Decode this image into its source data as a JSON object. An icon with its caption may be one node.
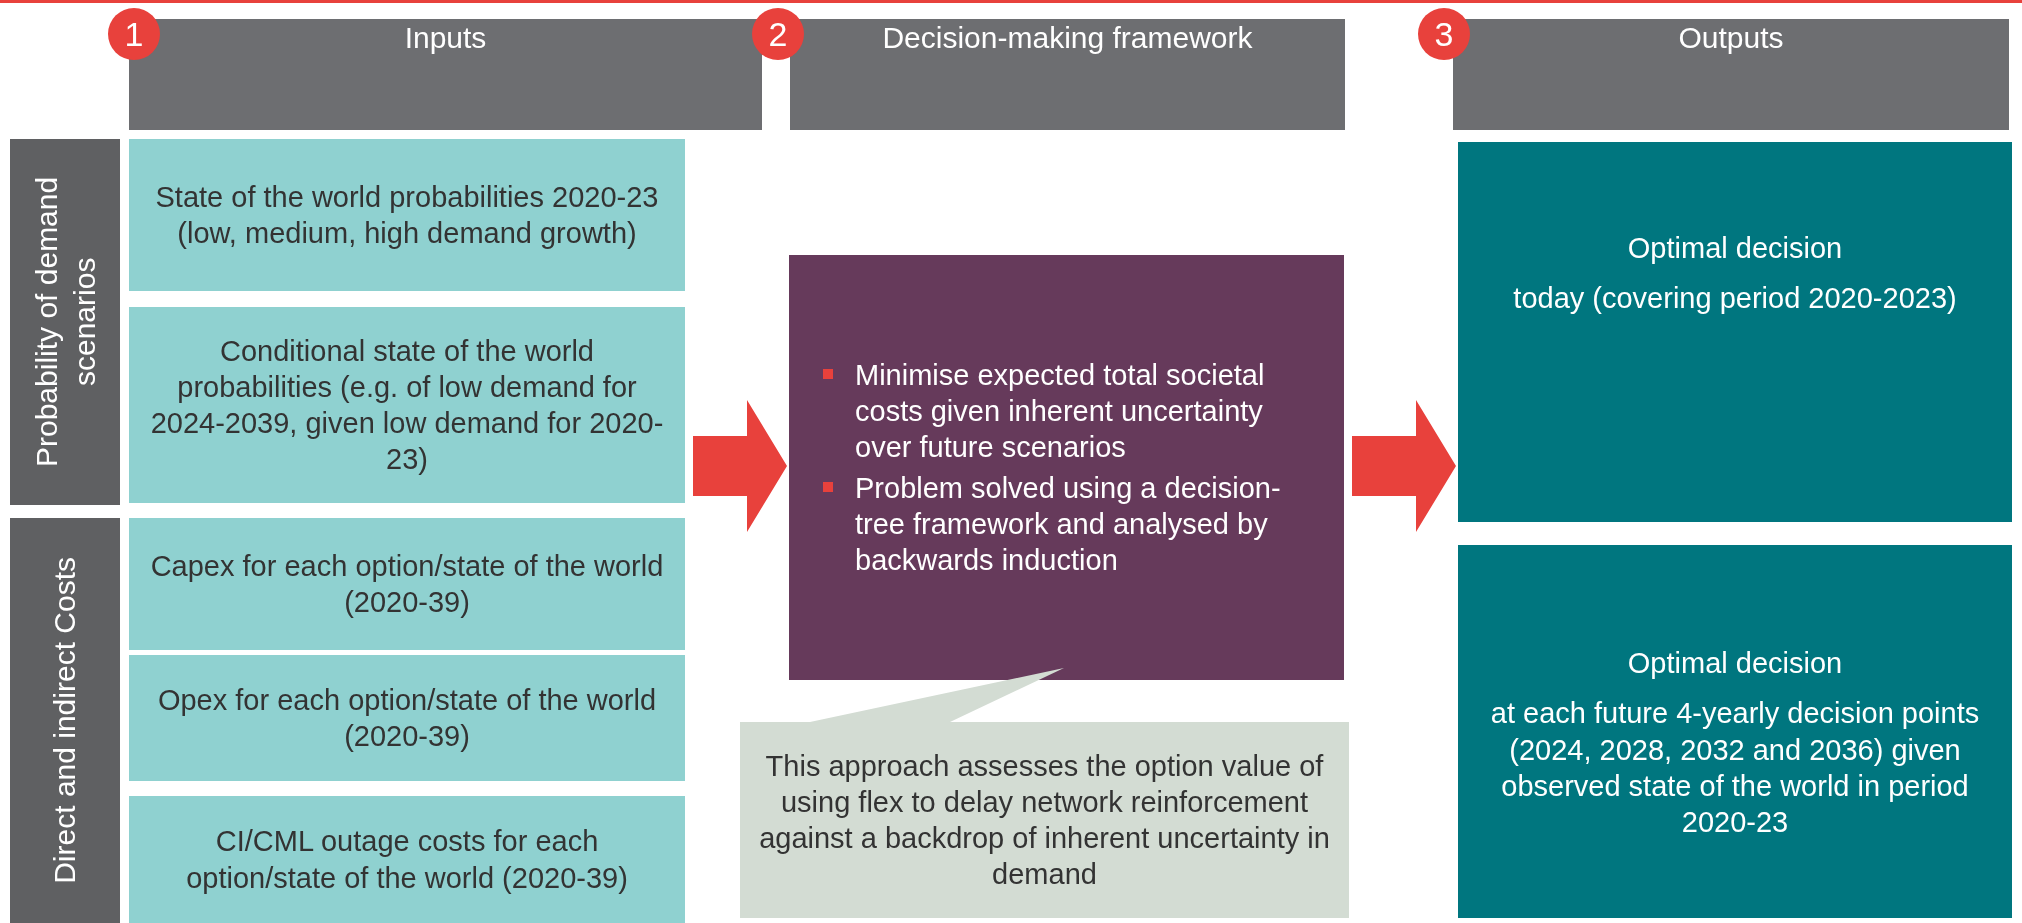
{
  "diagram": {
    "nodes": [
      {
        "text": [
          "1"
        ]
      },
      {
        "text": [
          "Inputs"
        ]
      },
      {
        "text": [
          "2"
        ]
      },
      {
        "text": [
          "Decision-making framework"
        ]
      },
      {
        "text": [
          "3"
        ]
      },
      {
        "text": [
          "Outputs"
        ]
      },
      {
        "text": [
          "Probability of demand scenarios"
        ]
      },
      {
        "text": [
          "Direct and indirect Costs"
        ]
      },
      {
        "text": [
          "State of the world probabilities 2020-23 (low, medium, high demand growth)"
        ]
      },
      {
        "text": [
          "Conditional state of the world probabilities (e.g. of low demand for 2024-2039, given low demand for 2020-23)"
        ]
      },
      {
        "text": [
          "Capex for each option/state of the world (2020-39)"
        ]
      },
      {
        "text": [
          "Opex for each option/state of the world (2020-39)"
        ]
      },
      {
        "text": [
          "CI/CML outage costs for each option/state of the world (2020-39)"
        ]
      },
      {
        "text": [
          "Minimise expected total societal costs given inherent uncertainty over future scenarios",
          "Problem solved using a decision-tree framework and analysed by backwards induction"
        ]
      },
      {
        "text": [
          "This approach assesses the option value of using flex to delay network reinforcement against a backdrop of inherent uncertainty in demand"
        ]
      },
      {
        "text": [
          "Optimal decision",
          "today (covering period 2020-2023)"
        ]
      },
      {
        "text": [
          "Optimal decision",
          "at each future 4-yearly decision points (2024, 2028, 2032 and 2036) given observed state of the world in period 2020-23"
        ]
      }
    ],
    "edges": [
      {
        "from": 9,
        "to": 13,
        "arrow": "to"
      },
      {
        "from": 13,
        "to": 15,
        "arrow": "to"
      }
    ]
  }
}
